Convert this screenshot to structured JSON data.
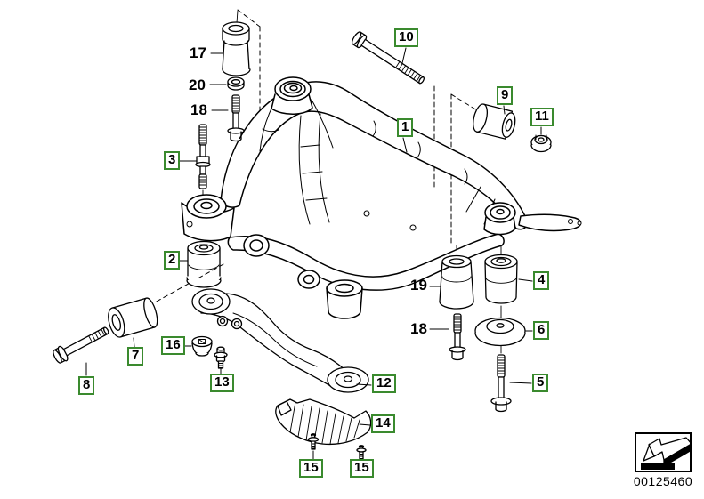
{
  "diagram": {
    "type": "exploded-parts-diagram",
    "background": "#ffffff",
    "line_color": "#000000",
    "callout_border_color": "#3a8a2e",
    "callouts": {
      "n1": "1",
      "n2": "2",
      "n3": "3",
      "n4": "4",
      "n5": "5",
      "n6": "6",
      "n7": "7",
      "n8": "8",
      "n9": "9",
      "n10": "10",
      "n11": "11",
      "n12": "12",
      "n13": "13",
      "n14": "14",
      "n15": "15",
      "n16": "16",
      "n17": "17",
      "n18": "18",
      "n19": "19",
      "n20": "20"
    },
    "stamp": {
      "icon": "direction-arrow-icon",
      "image_number": "00125460"
    }
  }
}
